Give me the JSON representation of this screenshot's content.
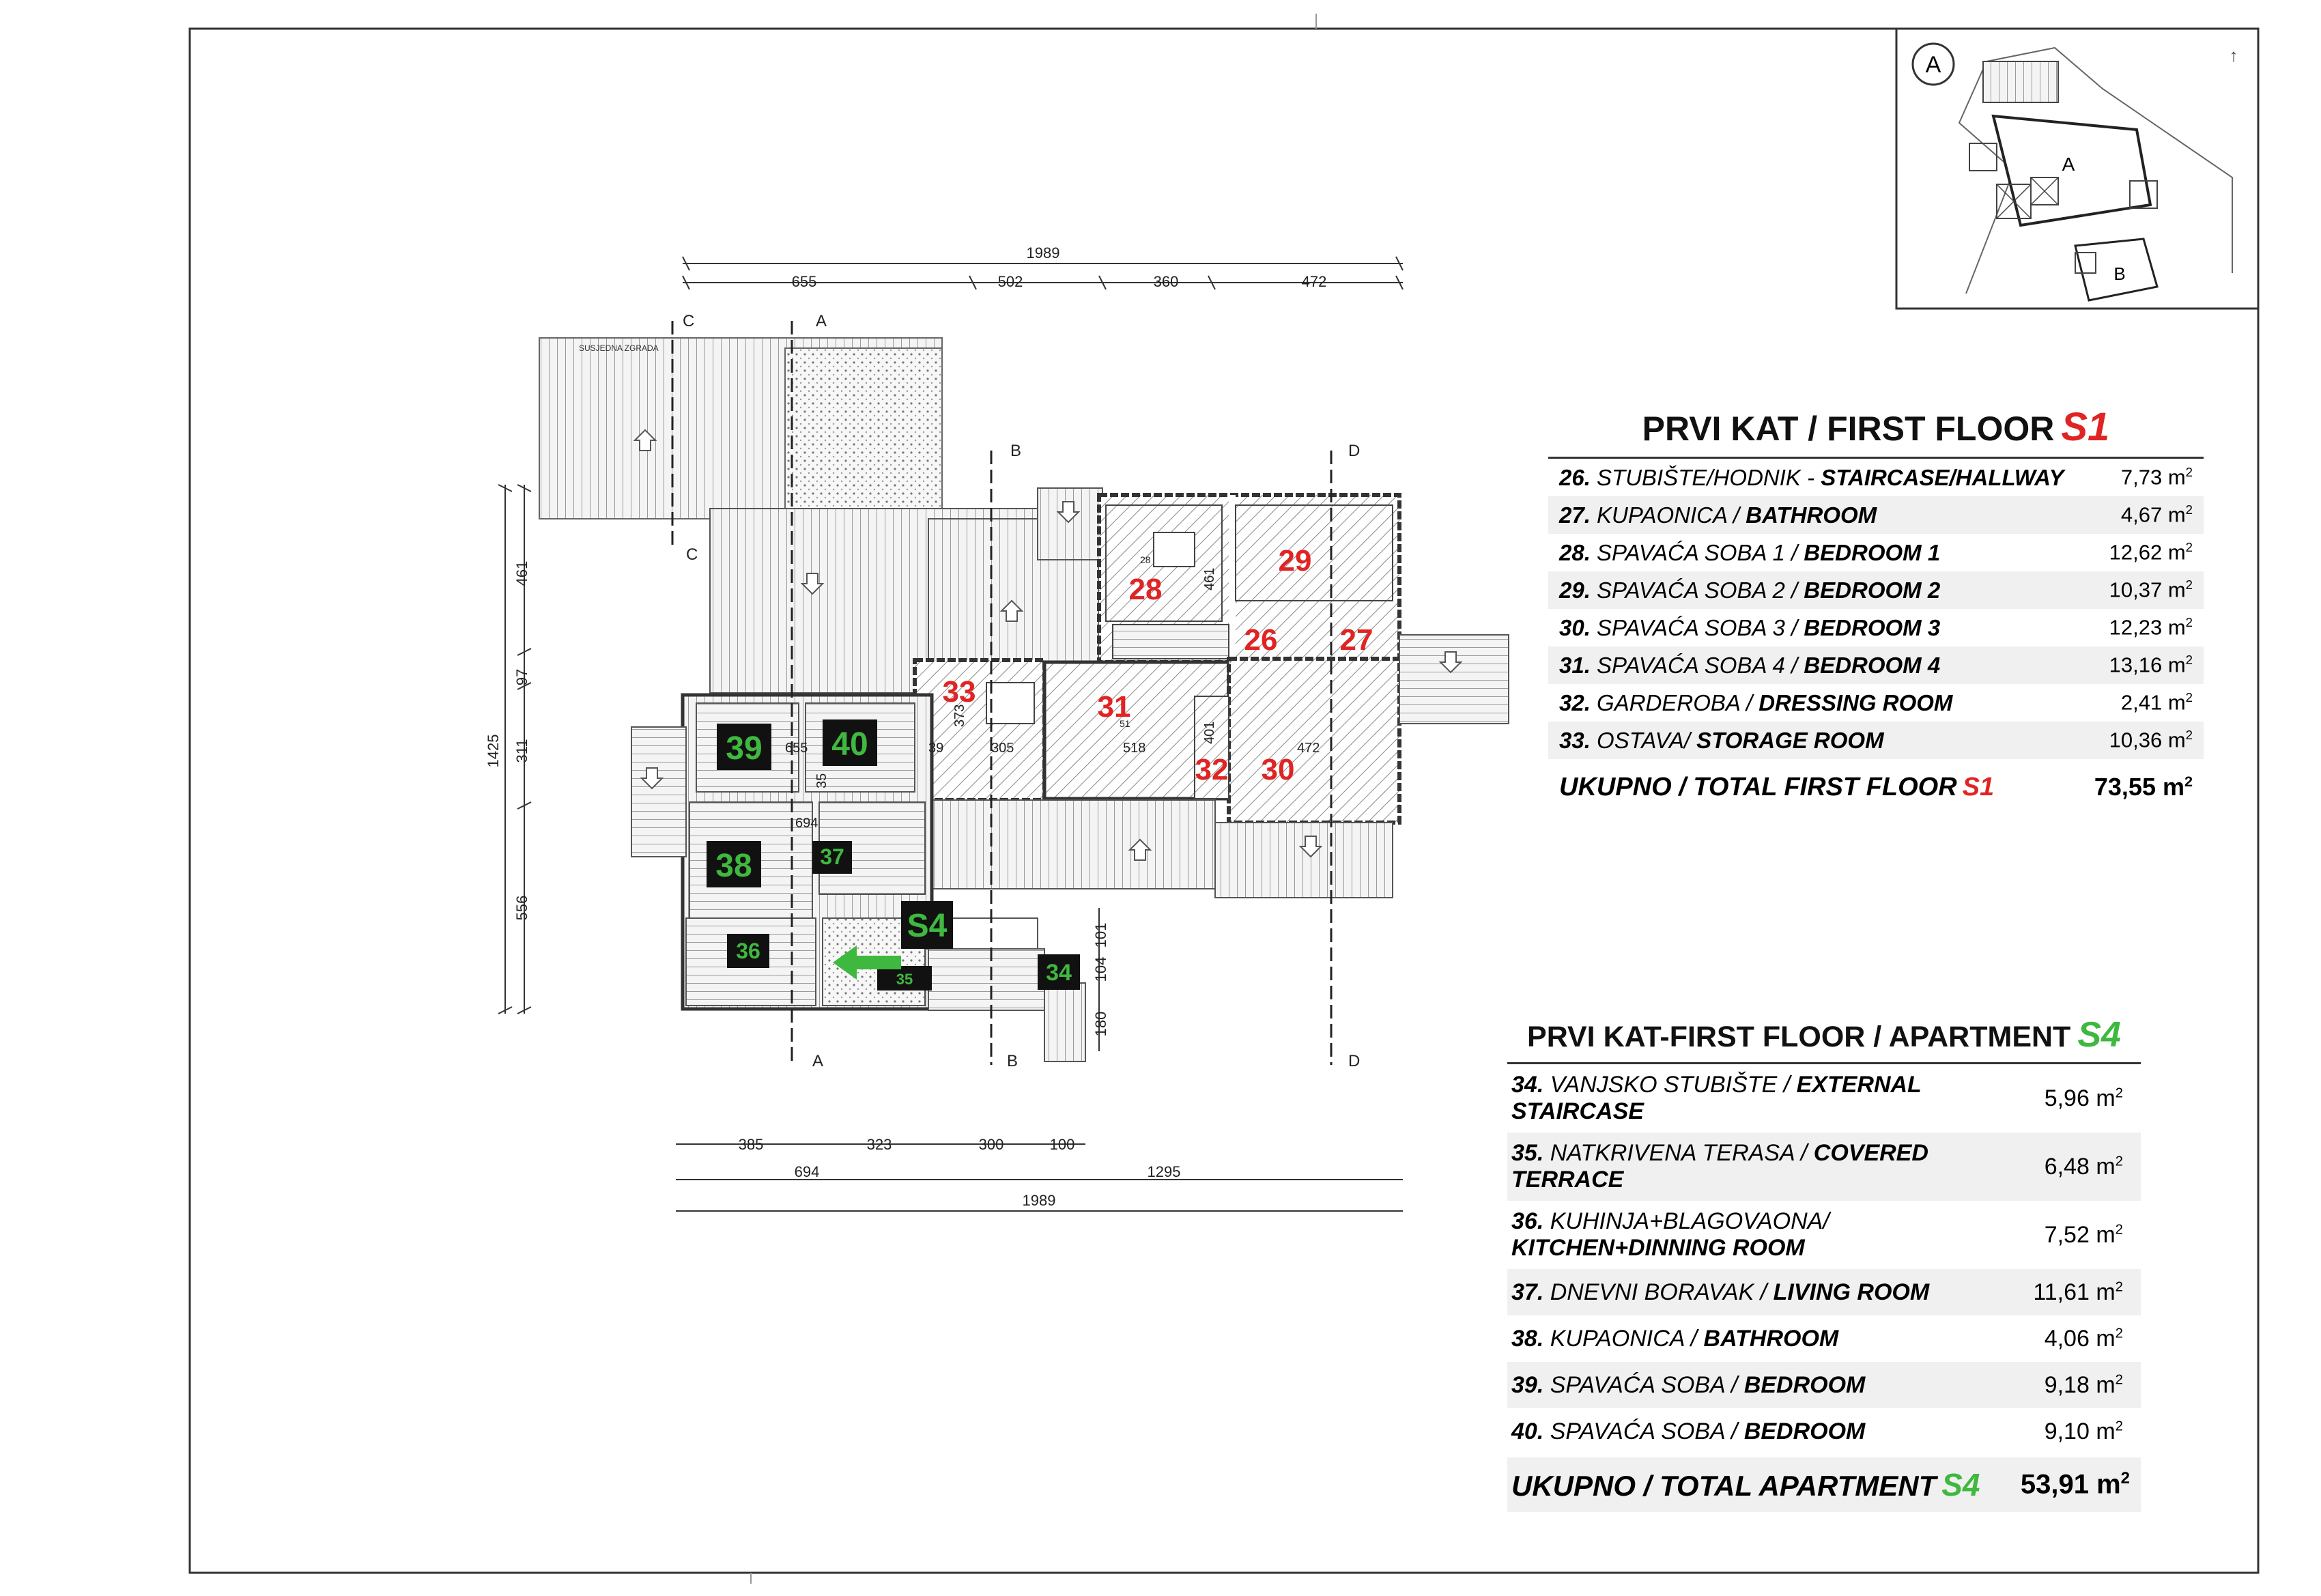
{
  "dimensions": {
    "top_total": "1989",
    "top_segments": [
      "655",
      "502",
      "360",
      "472"
    ],
    "left_total": "1425",
    "left_segments": [
      "461",
      "97",
      "311",
      "556"
    ],
    "bottom_segments": [
      "385",
      "323",
      "300",
      "100"
    ],
    "bottom_mid": [
      "694",
      "1295"
    ],
    "bottom_total": "1989",
    "right_small": [
      "101",
      "104",
      "180"
    ],
    "inner": [
      "655",
      "694",
      "35",
      "39",
      "305",
      "518",
      "472",
      "461",
      "401",
      "373",
      "51",
      "28"
    ]
  },
  "section_marks": [
    "C",
    "A",
    "B",
    "D",
    "C",
    "A",
    "B",
    "D"
  ],
  "neighbour_label": "SUSJEDNA ZGRADA",
  "keyplan": {
    "circle_label": "A",
    "building_a": "A",
    "building_b": "B"
  },
  "red_room_numbers": [
    "28",
    "29",
    "26",
    "27",
    "33",
    "31",
    "32",
    "30"
  ],
  "green_room_numbers": [
    "39",
    "40",
    "38",
    "37",
    "36",
    "35",
    "34"
  ],
  "apartment_tag": "S4",
  "colors": {
    "red": "#e02424",
    "green": "#3fb83f",
    "tag_bg": "#111111"
  },
  "table_first_floor": {
    "title": "PRVI KAT / FIRST FLOOR",
    "code": "S1",
    "rows": [
      {
        "num": "26.",
        "hr": "STUBIŠTE/HODNIK - ",
        "en": "STAIRCASE/HALLWAY",
        "area": "7,73 m",
        "unit": "2"
      },
      {
        "num": "27.",
        "hr": "KUPAONICA / ",
        "en": "BATHROOM",
        "area": "4,67 m",
        "unit": "2"
      },
      {
        "num": "28.",
        "hr": "SPAVAĆA SOBA 1 / ",
        "en": "BEDROOM 1",
        "area": "12,62 m",
        "unit": "2"
      },
      {
        "num": "29.",
        "hr": "SPAVAĆA SOBA 2 / ",
        "en": "BEDROOM 2",
        "area": "10,37 m",
        "unit": "2"
      },
      {
        "num": "30.",
        "hr": "SPAVAĆA SOBA 3 / ",
        "en": "BEDROOM 3",
        "area": "12,23 m",
        "unit": "2"
      },
      {
        "num": "31.",
        "hr": "SPAVAĆA SOBA 4 / ",
        "en": "BEDROOM 4",
        "area": "13,16 m",
        "unit": "2"
      },
      {
        "num": "32.",
        "hr": "GARDEROBA / ",
        "en": "DRESSING ROOM",
        "area": "2,41 m",
        "unit": "2"
      },
      {
        "num": "33.",
        "hr": "OSTAVA/ ",
        "en": "STORAGE ROOM",
        "area": "10,36 m",
        "unit": "2"
      }
    ],
    "total_label": "UKUPNO / TOTAL FIRST FLOOR",
    "total_code": "S1",
    "total_area": "73,55 m",
    "total_unit": "2"
  },
  "table_apartment": {
    "title": "PRVI KAT-FIRST FLOOR / APARTMENT",
    "code": "S4",
    "rows": [
      {
        "num": "34.",
        "hr": "VANJSKO STUBIŠTE / ",
        "en": "EXTERNAL STAIRCASE",
        "area": "5,96 m",
        "unit": "2"
      },
      {
        "num": "35.",
        "hr": "NATKRIVENA TERASA / ",
        "en": "COVERED TERRACE",
        "area": "6,48 m",
        "unit": "2"
      },
      {
        "num": "36.",
        "hr": "KUHINJA+BLAGOVAONA/ ",
        "en": "KITCHEN+DINNING ROOM",
        "area": "7,52 m",
        "unit": "2"
      },
      {
        "num": "37.",
        "hr": "DNEVNI BORAVAK / ",
        "en": "LIVING ROOM",
        "area": "11,61 m",
        "unit": "2"
      },
      {
        "num": "38.",
        "hr": "KUPAONICA / ",
        "en": "BATHROOM",
        "area": "4,06 m",
        "unit": "2"
      },
      {
        "num": "39.",
        "hr": "SPAVAĆA SOBA / ",
        "en": "BEDROOM",
        "area": "9,18 m",
        "unit": "2"
      },
      {
        "num": "40.",
        "hr": "SPAVAĆA SOBA / ",
        "en": "BEDROOM",
        "area": "9,10 m",
        "unit": "2"
      }
    ],
    "total_label": "UKUPNO / TOTAL  APARTMENT",
    "total_code": "S4",
    "total_area": "53,91 m",
    "total_unit": "2"
  }
}
